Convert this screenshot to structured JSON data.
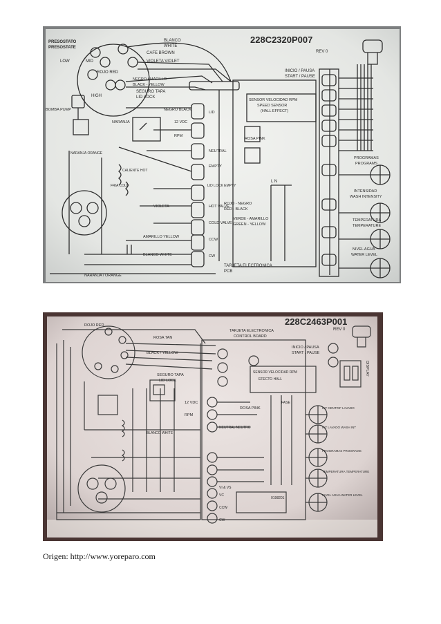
{
  "page": {
    "caption": "Origen: http://www.yoreparo.com"
  },
  "diagram1": {
    "model": "228C2320P007",
    "rev": "REV 0",
    "presostato": "PRESOSTATO",
    "pressure_switch": "PRESOSTATE",
    "low": "LOW",
    "mid": "MID",
    "high": "HIGH",
    "blanco": "BLANCO",
    "white": "WHITE",
    "cafe_brown": "CAFE BROWN",
    "violeta_violet": "VIOLETA VIOLET",
    "rojo_red": "ROJO RED",
    "negro_amarillo": "NEGRO AMARILLO",
    "black_yellow": "BLACK - YELLOW",
    "seguro_tapa": "SEGURO TAPA",
    "lid_lock": "LID LOCK",
    "inicio_pausa": "INICIO / PAUSA",
    "start_pause": "START / PAUSE",
    "sensor_velocidad": "SENSOR VELOCIDAD RPM",
    "speed_sensor": "SPEED SENSOR",
    "hall_effect": "(HALL EFFECT)",
    "bomba_pump": "BOMBA PUMP",
    "naranja": "NARANJA",
    "negro_black": "NEGRO BLACK",
    "lid": "LID",
    "vdc12": "12 VDC",
    "rpm": "RPM",
    "rosa_pink": "ROSA PINK",
    "neutral": "NEUTRAL",
    "empty": "EMPTY",
    "naranja_orange": "NARANJA ORANGE",
    "caliente_hot": "CALIENTE HOT",
    "fria_cold": "FRIA COLD",
    "lid_lock_empty": "LID LOCK EMPTY",
    "l_n": "L  N",
    "rojo_negro": "ROJO - NEGRO",
    "red_black": "RED - BLACK",
    "vid_eta": "VIOLETA",
    "hot_valve": "HOT VALVE",
    "cold_valve": "COLD VALVE",
    "verde_amarillo": "VERDE - AMARILLO",
    "green_yellow": "GREEN - YELLOW",
    "amarillo_yellow": "AMARILLO YELLOW",
    "ccw": "CCW",
    "cw": "CW",
    "blanco_white": "BLANCO WHITE",
    "naranja_orange_bottom": "NARANJA / ORANGE",
    "tarjeta": "TARJETA ELECTRONICA",
    "pcb": "PCB",
    "programas": "PROGRAMAS",
    "programs": "PROGRAMS",
    "intensidad": "INTENSIDAD",
    "wash_intensity": "WASH INTENSITY",
    "temperatura": "TEMPERATURA",
    "temperature": "TEMPERATURE",
    "nivel_agua": "NIVEL AGUA",
    "water_level": "WATER LEVEL"
  },
  "diagram2": {
    "model": "228C2463P001",
    "rev": "REV 0",
    "rojo_red": "ROJO RED",
    "tarjeta_electronica": "TARJETA ELECTRONICA",
    "control_board": "CONTROL BOARD",
    "inicio_pausa": "INICIO / PAUSA",
    "start_pause": "START / PAUSE",
    "display": "DISPLAY",
    "rosa_tan": "ROSA TAN",
    "black_yellow": "BLACK / YELLOW",
    "sensor_velocidad": "SENSOR VELOCIDAD RPM",
    "efecto_hall": "EFECTO HALL",
    "seguro_tapa": "SEGURO TAPA",
    "lid_lock": "LID LOCK",
    "vdc12": "12 VDC",
    "rpm": "RPM",
    "rosa_pink": "ROSA PINK",
    "neutral": "NEUTRAL NEUTRO",
    "intensidad": "INT CENTRIF LAVADO",
    "int_lavado": "INT LAVADO WASH INT",
    "programas": "PROGRAMAS PROGRAMS",
    "temperatura": "TEMPERATURA TEMPERATURE",
    "nivel_agua": "NIVEL AGUA WATER LEVEL",
    "blanco_white": "BLANCO WHITE",
    "vi_vs": "VI & VS",
    "vc": "VC",
    "ccw": "CCW",
    "cw": "CW",
    "fase": "FASE",
    "part_no": "0198201"
  }
}
